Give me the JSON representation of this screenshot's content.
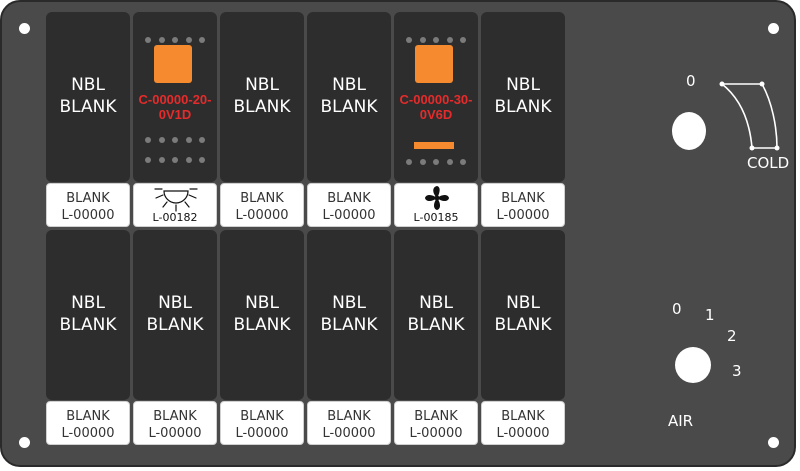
{
  "panel": {
    "background": "#4a4a4a",
    "switch_color": "#2e2d2d",
    "led_color": "#f68a2e",
    "part_number_color": "#e52b2b"
  },
  "switches": [
    {
      "line1": "NBL",
      "line2": "BLANK"
    },
    {
      "part_line1": "C-00000-20-",
      "part_line2": "0V1D",
      "indicator": "led"
    },
    {
      "line1": "NBL",
      "line2": "BLANK"
    },
    {
      "line1": "NBL",
      "line2": "BLANK"
    },
    {
      "part_line1": "C-00000-30-",
      "part_line2": "0V6D",
      "indicator": "led-with-bar"
    },
    {
      "line1": "NBL",
      "line2": "BLANK"
    },
    {
      "line1": "NBL",
      "line2": "BLANK"
    },
    {
      "line1": "NBL",
      "line2": "BLANK"
    },
    {
      "line1": "NBL",
      "line2": "BLANK"
    },
    {
      "line1": "NBL",
      "line2": "BLANK"
    },
    {
      "line1": "NBL",
      "line2": "BLANK"
    },
    {
      "line1": "NBL",
      "line2": "BLANK"
    }
  ],
  "legends": [
    {
      "line1": "BLANK",
      "line2": "L-00000"
    },
    {
      "icon": "light-icon",
      "code": "L-00182"
    },
    {
      "line1": "BLANK",
      "line2": "L-00000"
    },
    {
      "line1": "BLANK",
      "line2": "L-00000"
    },
    {
      "icon": "fan-icon",
      "code": "L-00185"
    },
    {
      "line1": "BLANK",
      "line2": "L-00000"
    },
    {
      "line1": "BLANK",
      "line2": "L-00000"
    },
    {
      "line1": "BLANK",
      "line2": "L-00000"
    },
    {
      "line1": "BLANK",
      "line2": "L-00000"
    },
    {
      "line1": "BLANK",
      "line2": "L-00000"
    },
    {
      "line1": "BLANK",
      "line2": "L-00000"
    },
    {
      "line1": "BLANK",
      "line2": "L-00000"
    }
  ],
  "temp_control": {
    "zero": "0",
    "label": "COLD"
  },
  "air_control": {
    "pos0": "0",
    "pos1": "1",
    "pos2": "2",
    "pos3": "3",
    "label": "AIR"
  }
}
